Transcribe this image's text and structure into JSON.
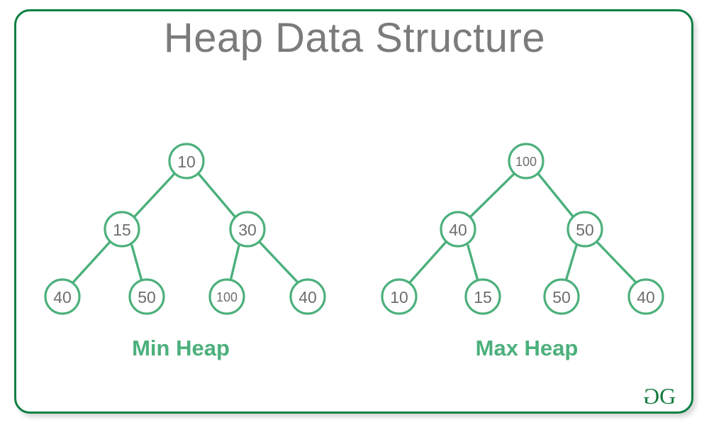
{
  "page": {
    "title": "Heap Data Structure",
    "background_color": "#ffffff",
    "border_color": "#0b8043",
    "title_color": "#7b7b7b",
    "accent_color": "#4cb07c",
    "node_text_color": "#6e6e6e",
    "logo_color": "#137a3d"
  },
  "logo": {
    "name": "geeksforgeeks-logo",
    "glyph_left": "G",
    "glyph_right": "G"
  },
  "diagrams": [
    {
      "id": "min-heap",
      "label": "Min Heap",
      "root": "10",
      "levels": [
        [
          "10"
        ],
        [
          "15",
          "30"
        ],
        [
          "40",
          "50",
          "100",
          "40"
        ]
      ],
      "nodes": [
        {
          "id": "n0",
          "value": "10",
          "level": 0,
          "index": 0
        },
        {
          "id": "n1",
          "value": "15",
          "level": 1,
          "index": 0
        },
        {
          "id": "n2",
          "value": "30",
          "level": 1,
          "index": 1
        },
        {
          "id": "n3",
          "value": "40",
          "level": 2,
          "index": 0
        },
        {
          "id": "n4",
          "value": "50",
          "level": 2,
          "index": 1
        },
        {
          "id": "n5",
          "value": "100",
          "level": 2,
          "index": 2
        },
        {
          "id": "n6",
          "value": "40",
          "level": 2,
          "index": 3
        }
      ],
      "edges": [
        [
          "n0",
          "n1"
        ],
        [
          "n0",
          "n2"
        ],
        [
          "n1",
          "n3"
        ],
        [
          "n1",
          "n4"
        ],
        [
          "n2",
          "n5"
        ],
        [
          "n2",
          "n6"
        ]
      ]
    },
    {
      "id": "max-heap",
      "label": "Max Heap",
      "root": "100",
      "levels": [
        [
          "100"
        ],
        [
          "40",
          "50"
        ],
        [
          "10",
          "15",
          "50",
          "40"
        ]
      ],
      "nodes": [
        {
          "id": "m0",
          "value": "100",
          "level": 0,
          "index": 0
        },
        {
          "id": "m1",
          "value": "40",
          "level": 1,
          "index": 0
        },
        {
          "id": "m2",
          "value": "50",
          "level": 1,
          "index": 1
        },
        {
          "id": "m3",
          "value": "10",
          "level": 2,
          "index": 0
        },
        {
          "id": "m4",
          "value": "15",
          "level": 2,
          "index": 1
        },
        {
          "id": "m5",
          "value": "50",
          "level": 2,
          "index": 2
        },
        {
          "id": "m6",
          "value": "40",
          "level": 2,
          "index": 3
        }
      ],
      "edges": [
        [
          "m0",
          "m1"
        ],
        [
          "m0",
          "m2"
        ],
        [
          "m1",
          "m3"
        ],
        [
          "m1",
          "m4"
        ],
        [
          "m2",
          "m5"
        ],
        [
          "m2",
          "m6"
        ]
      ]
    }
  ]
}
